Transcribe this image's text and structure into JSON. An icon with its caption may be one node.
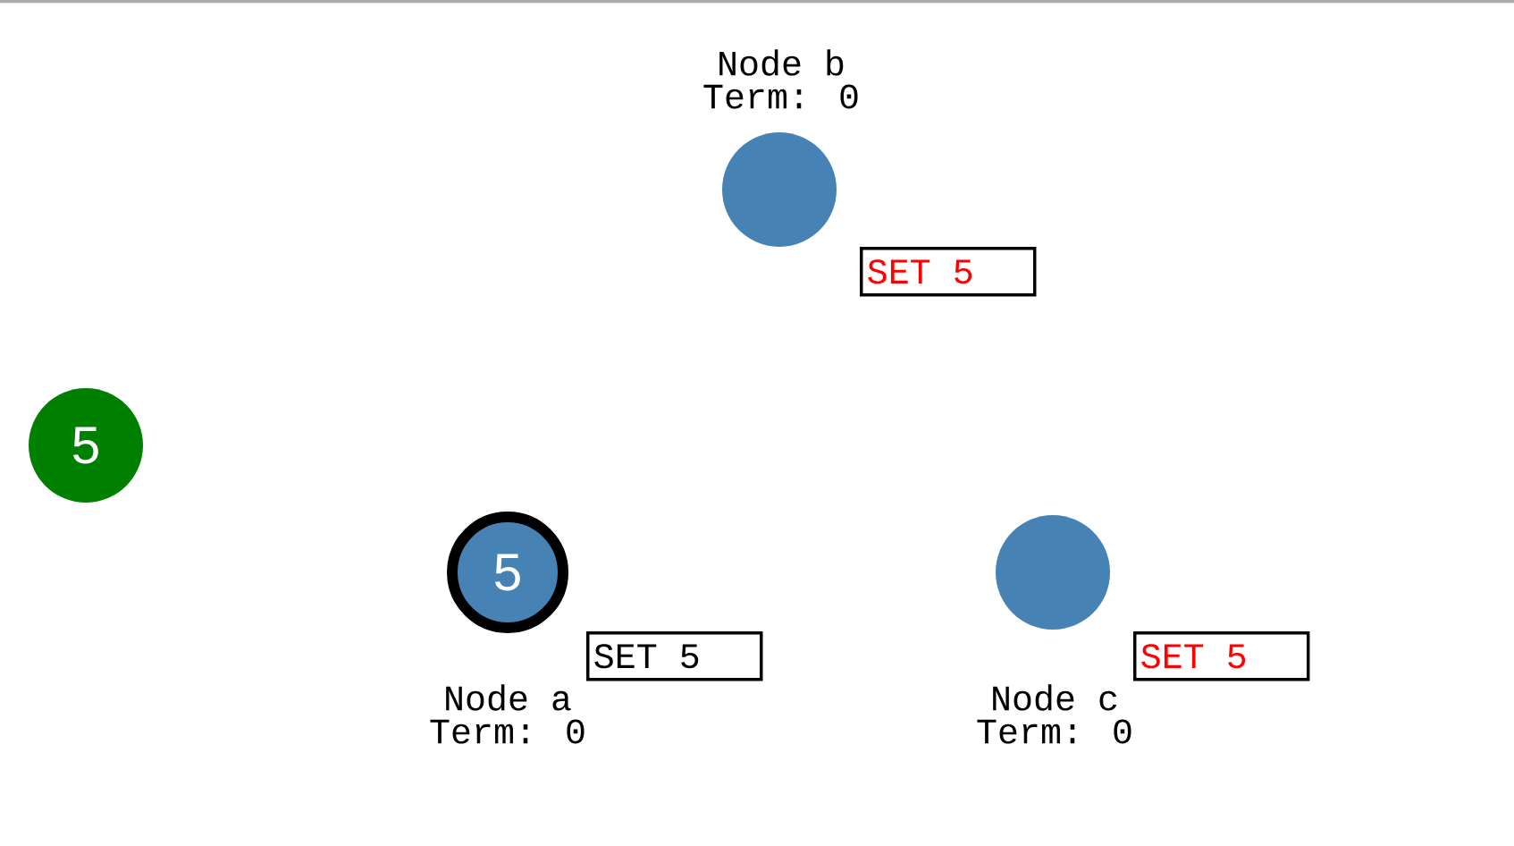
{
  "diagram": {
    "nodes": [
      {
        "text": [],
        "shape": "circle",
        "beside": [
          "Node b",
          "Term: 0"
        ]
      },
      {
        "text": [
          "SET 5"
        ]
      },
      {
        "text": [
          "5"
        ]
      },
      {
        "text": [
          "5"
        ],
        "beside": [
          "Node a",
          "Term: 0"
        ]
      },
      {
        "text": [],
        "shape": "circle",
        "beside": [
          "Node c",
          "Term: 0"
        ]
      },
      {
        "text": [
          "SET 5"
        ]
      },
      {
        "text": [
          "SET 5"
        ]
      }
    ]
  }
}
